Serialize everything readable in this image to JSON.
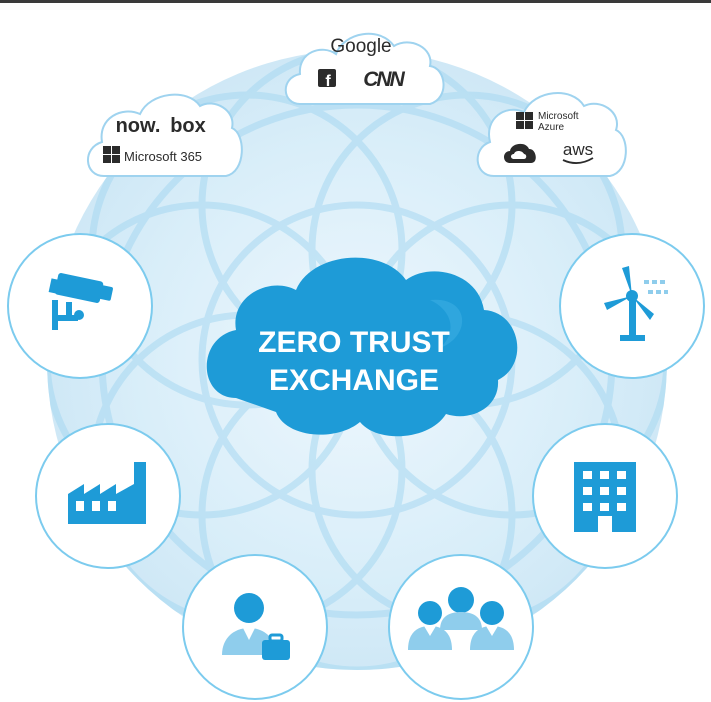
{
  "center": {
    "line1": "ZERO TRUST",
    "line2": "EXCHANGE"
  },
  "clouds": {
    "top": {
      "google": "Google",
      "cnn": "CNN"
    },
    "left": {
      "now": "now.",
      "box": "box",
      "microsoft365": "Microsoft 365"
    },
    "right": {
      "microsoft": "Microsoft",
      "azure": "Azure",
      "aws": "aws"
    }
  },
  "nodes": [
    {
      "icon": "security-camera-icon"
    },
    {
      "icon": "wind-turbine-icon"
    },
    {
      "icon": "factory-icon"
    },
    {
      "icon": "office-building-icon"
    },
    {
      "icon": "remote-worker-icon"
    },
    {
      "icon": "users-group-icon"
    }
  ],
  "colors": {
    "accent": "#1e9bd7",
    "halo": "#d6ecf8",
    "ring": "#8fcdec",
    "node_border": "#7ccbee",
    "text_on_accent": "#ffffff"
  }
}
